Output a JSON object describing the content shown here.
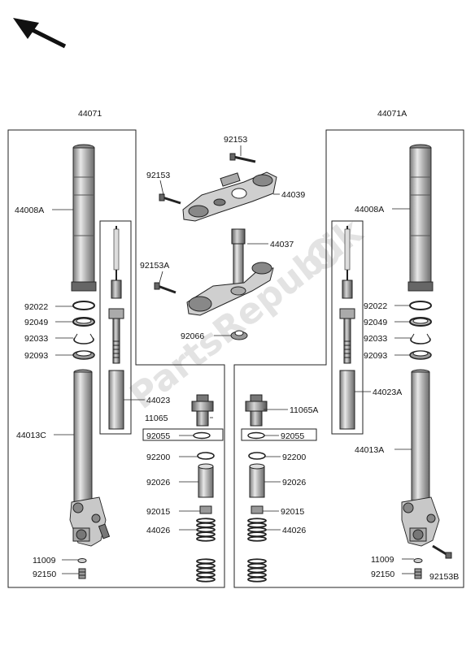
{
  "watermark": "PartsRepublik",
  "labels": {
    "fork_left": "44071",
    "fork_right": "44071A",
    "tube_left": "44008A",
    "tube_right": "44008A",
    "bolt_top": "92153",
    "bolt_upper": "92153",
    "upper_bracket": "44039",
    "stem": "44037",
    "bolt_stem": "92153A",
    "stem_nut": "92066",
    "ring_l": "92022",
    "seal_l": "92049",
    "clip_l": "92033",
    "dust_l": "92093",
    "ring_r": "92022",
    "seal_r": "92049",
    "clip_r": "92033",
    "dust_r": "92093",
    "cyl_l": "44023",
    "cyl_r": "44023A",
    "outer_l": "44013C",
    "outer_r": "44013A",
    "cap_l": "11065",
    "cap_r": "11065A",
    "oring_l": "92055",
    "oring_r": "92055",
    "washer_l": "92200",
    "washer_r": "92200",
    "collar_l": "92026",
    "collar_r": "92026",
    "nut_l": "92015",
    "nut_r": "92015",
    "spring_l": "44026",
    "spring_r": "44026",
    "gasket_l": "11009",
    "gasket_r": "11009",
    "drain_l": "92150",
    "drain_r": "92150",
    "axle_bolt_r": "92153B"
  }
}
